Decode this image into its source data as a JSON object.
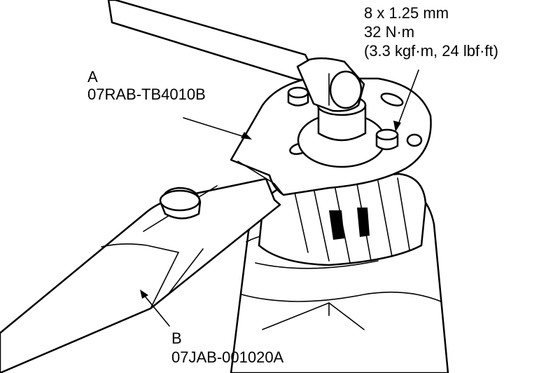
{
  "callouts": {
    "a": {
      "letter": "A",
      "part_number": "07RAB-TB4010B"
    },
    "b": {
      "letter": "B",
      "part_number": "07JAB-001020A"
    },
    "bolt": {
      "size": "8 x 1.25 mm",
      "torque_nm": "32 N·m",
      "torque_alt": "(3.3 kgf·m, 24 lbf·ft)"
    }
  },
  "colors": {
    "line": "#000000",
    "fill": "#ffffff"
  }
}
